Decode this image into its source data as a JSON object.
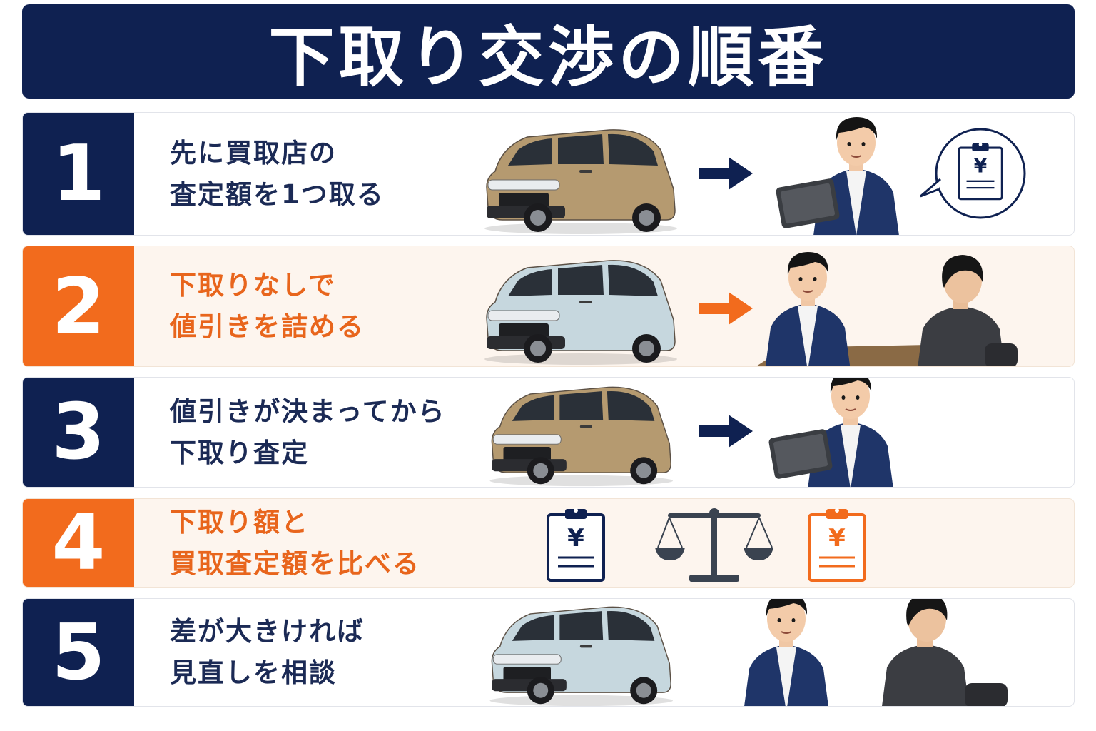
{
  "title": "下取り交渉の順番",
  "colors": {
    "navy": "#0f2151",
    "orange": "#f26b1d",
    "orange_text": "#e8651c",
    "tan_car": "#b59a70",
    "blue_car": "#c6d7de"
  },
  "steps": [
    {
      "number": "1",
      "line1": "先に買取店の",
      "line2": "査定額を1つ取る",
      "icons": [
        "tan-minivan",
        "arrow-right",
        "staff-with-tablet",
        "yen-clipboard-speech-bubble"
      ]
    },
    {
      "number": "2",
      "line1": "下取りなしで",
      "line2": "値引きを詰める",
      "icons": [
        "blue-minivan",
        "arrow-right",
        "salesperson-and-customer"
      ]
    },
    {
      "number": "3",
      "line1": "値引きが決まってから",
      "line2": "下取り査定",
      "icons": [
        "tan-minivan",
        "arrow-right",
        "staff-with-tablet"
      ]
    },
    {
      "number": "4",
      "line1": "下取り額と",
      "line2": "買取査定額を比べる",
      "icons": [
        "yen-clipboard",
        "balance-scale",
        "yen-clipboard"
      ]
    },
    {
      "number": "5",
      "line1": "差が大きければ",
      "line2": "見直しを相談",
      "icons": [
        "blue-minivan",
        "salesperson-and-customer"
      ]
    }
  ],
  "yen_symbol": "¥"
}
